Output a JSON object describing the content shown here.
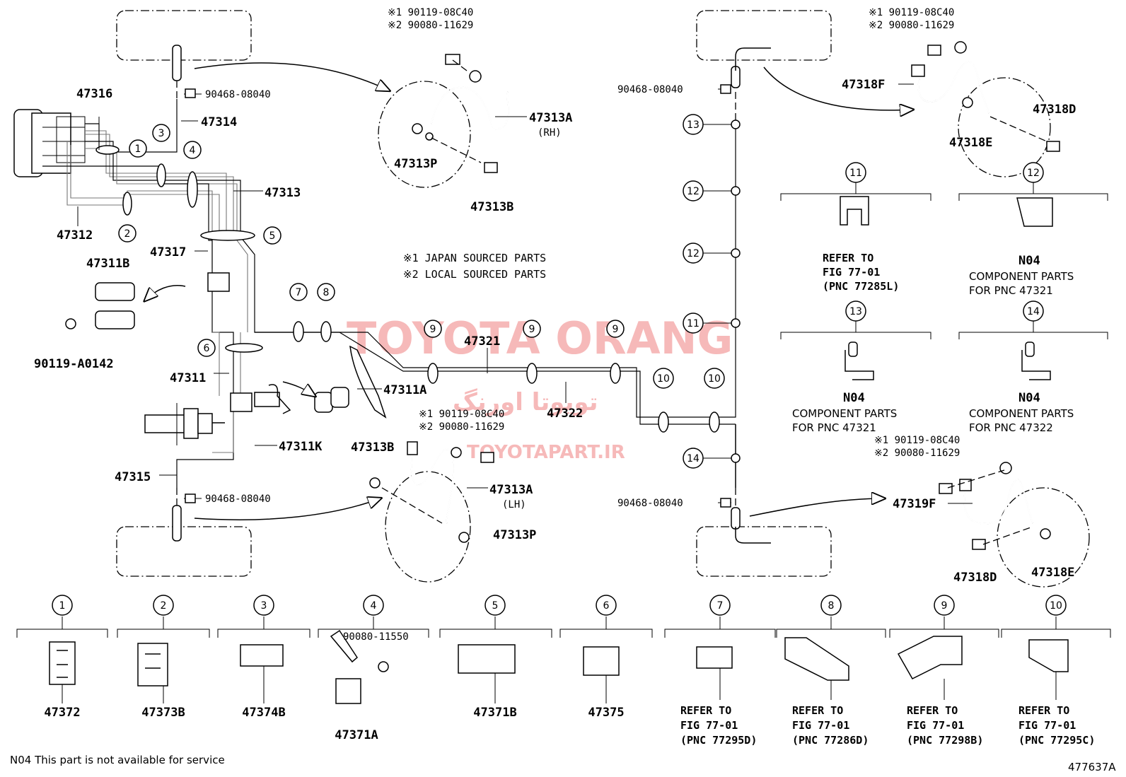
{
  "notes": {
    "japan": "※1 JAPAN SOURCED PARTS",
    "local": "※2 LOCAL SOURCED PARTS",
    "footer": "N04 This part is not available for service",
    "figure_id": "477637A"
  },
  "watermark": {
    "main": "TOYOTA ORANG",
    "farsi": "تویوتا اورنگ",
    "site": "TOYOTAPART.IR"
  },
  "callouts": {
    "c1": "1",
    "c2": "2",
    "c3": "3",
    "c4": "4",
    "c5": "5",
    "c6": "6",
    "c7": "7",
    "c8": "8",
    "c9": "9",
    "c10": "10",
    "c11": "11",
    "c12": "12",
    "c13": "13",
    "c14": "14"
  },
  "left_labels": {
    "p47316": "47316",
    "p47314": "47314",
    "p47313": "47313",
    "p47312": "47312",
    "p47317": "47317",
    "p47311B": "47311B",
    "p90119A0142": "90119-A0142",
    "p47311": "47311",
    "p47311A": "47311A",
    "p47311K": "47311K",
    "p47315": "47315",
    "p47321": "47321",
    "p47322": "47322",
    "clip_top": "90468-08040",
    "clip_bot": "90468-08040"
  },
  "rh_hose": {
    "note1": "※1 90119-08C40",
    "note2": "※2 90080-11629",
    "p47313A": "47313A",
    "rh": "(RH)",
    "p47313P": "47313P",
    "p47313B": "47313B"
  },
  "lh_hose": {
    "note1": "※1 90119-08C40",
    "note2": "※2 90080-11629",
    "p47313B": "47313B",
    "p47313A": "47313A",
    "lh": "(LH)",
    "p47313P": "47313P"
  },
  "rear": {
    "clip_top": "90468-08040",
    "clip_bot": "90468-08040",
    "top_note1": "※1 90119-08C40",
    "top_note2": "※2 90080-11629",
    "p47318F": "47318F",
    "p47318D_top": "47318D",
    "p47318E_top": "47318E",
    "bot_note1": "※1 90119-08C40",
    "bot_note2": "※2 90080-11629",
    "p47319F": "47319F",
    "p47318D_bot": "47318D",
    "p47318E_bot": "47318E"
  },
  "clamp_panels": {
    "c11": {
      "l1": "REFER TO",
      "l2": "FIG 77-01",
      "l3": "(PNC 77285L)"
    },
    "c12": {
      "l1": "N04",
      "l2": "COMPONENT PARTS",
      "l3": "FOR PNC 47321"
    },
    "c13": {
      "l1": "N04",
      "l2": "COMPONENT PARTS",
      "l3": "FOR PNC 47321"
    },
    "c14": {
      "l1": "N04",
      "l2": "COMPONENT PARTS",
      "l3": "FOR PNC 47322"
    }
  },
  "bottom_row": {
    "b1": "47372",
    "b2": "47373B",
    "b3": "47374B",
    "b4a": "90080-11550",
    "b4b": "47371A",
    "b5": "47371B",
    "b6": "47375",
    "b7": {
      "l1": "REFER TO",
      "l2": "FIG 77-01",
      "l3": "(PNC 77295D)"
    },
    "b8": {
      "l1": "REFER TO",
      "l2": "FIG 77-01",
      "l3": "(PNC 77286D)"
    },
    "b9": {
      "l1": "REFER TO",
      "l2": "FIG 77-01",
      "l3": "(PNC 77298B)"
    },
    "b10": {
      "l1": "REFER TO",
      "l2": "FIG 77-01",
      "l3": "(PNC 77295C)"
    }
  }
}
